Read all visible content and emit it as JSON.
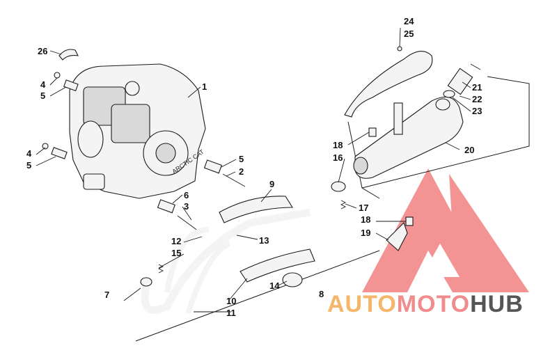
{
  "colors": {
    "watermark_triangle": "#ef6f6f",
    "watermark_auto": "#f5b66a",
    "watermark_moto": "#f08c8c",
    "watermark_hub": "#555555"
  },
  "watermark": {
    "part1": "AUTO",
    "part2": "MOTO",
    "part3": "HUB"
  },
  "engine_badge": "ARCTIC CAT",
  "callouts": {
    "c1": "1",
    "c2": "2",
    "c3": "3",
    "c4a": "4",
    "c4b": "4",
    "c5a": "5",
    "c5b": "5",
    "c5c": "5",
    "c6": "6",
    "c7": "7",
    "c8": "8",
    "c9": "9",
    "c10": "10",
    "c11": "11",
    "c12": "12",
    "c13": "13",
    "c14": "14",
    "c15": "15",
    "c16": "16",
    "c17": "17",
    "c18a": "18",
    "c18b": "18",
    "c19": "19",
    "c20": "20",
    "c21": "21",
    "c22": "22",
    "c23": "23",
    "c24": "24",
    "c25": "25",
    "c26": "26"
  }
}
